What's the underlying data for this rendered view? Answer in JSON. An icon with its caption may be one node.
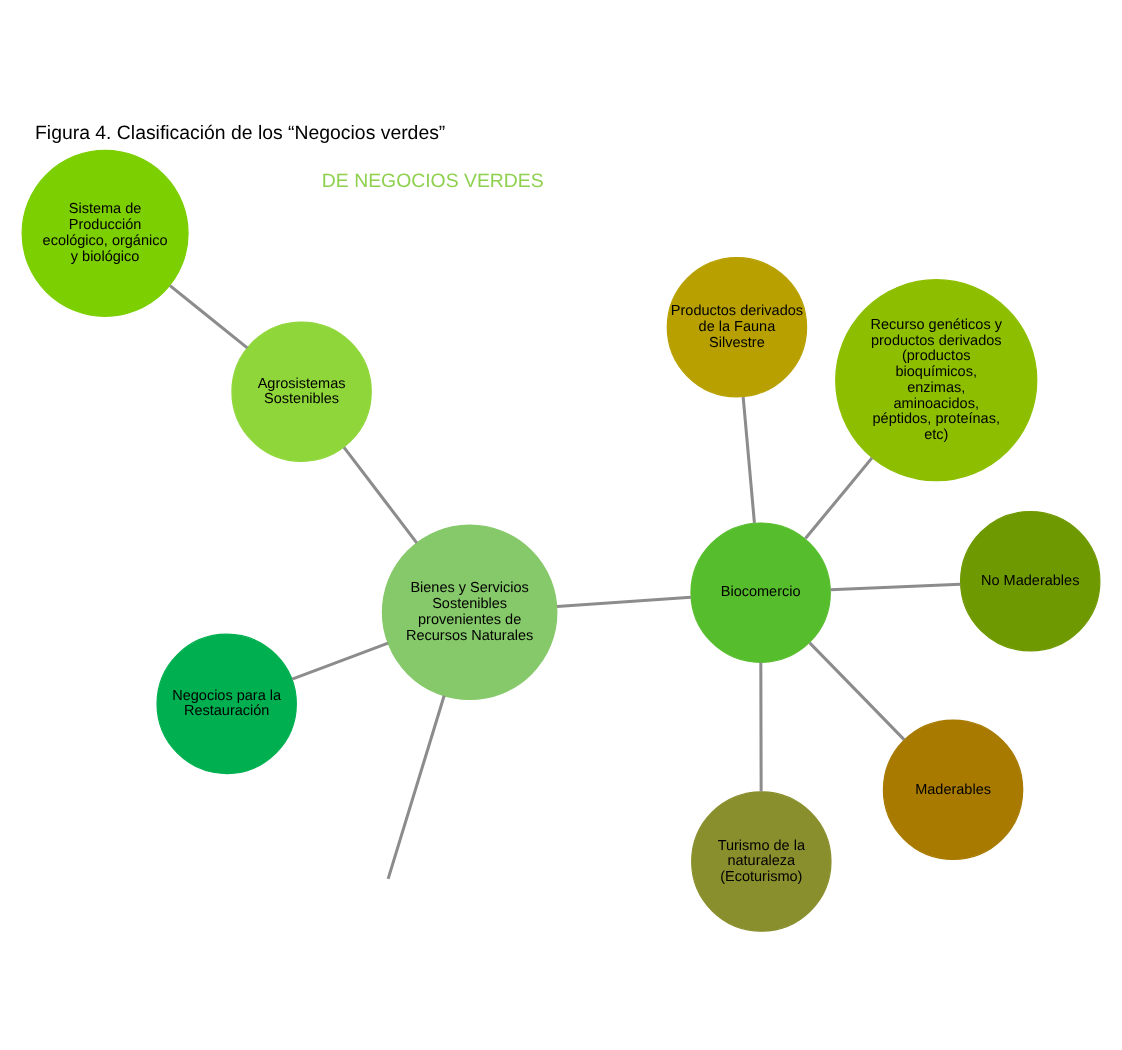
{
  "diagram": {
    "title": "Figura 4. Clasificación de los “Negocios verdes”",
    "nodes": [
      {
        "text": [
          "Sistema de Producción ecológico, orgánico y biológico"
        ]
      },
      {
        "text": [
          "Recurso genéticos y productos derivados (productos bioquímicos, enzimas, aminoacidos, péptidos, proteínas, etc)"
        ]
      },
      {
        "text": [
          "Turismo de la naturaleza (Ecoturismo)"
        ]
      },
      {
        "text": [
          "Agrosistemas Sostenibles"
        ]
      },
      {
        "text": [
          "Productos derivados de la Fauna Silvestre"
        ]
      },
      {
        "text": [
          "Biocomercio"
        ]
      },
      {
        "text": [
          "Bienes y Servicios Sostenibles provenientes de Recursos Naturales"
        ]
      },
      {
        "text": [
          "No Maderables"
        ]
      },
      {
        "text": [
          "Negocios para la Restauración"
        ]
      },
      {
        "text": [
          "Maderables"
        ]
      }
    ],
    "edges": [
      {
        "from": 5,
        "to": 1,
        "arrow": "none"
      },
      {
        "from": 5,
        "to": 2,
        "arrow": "none"
      },
      {
        "from": 5,
        "to": 4,
        "arrow": "none"
      },
      {
        "from": 5,
        "to": 7,
        "arrow": "none"
      },
      {
        "from": 5,
        "to": 9,
        "arrow": "none"
      },
      {
        "from": 0,
        "to": 3,
        "arrow": "none"
      },
      {
        "from": 3,
        "to": 6,
        "arrow": "none"
      },
      {
        "from": 5,
        "to": 6,
        "arrow": "none"
      },
      {
        "from": 8,
        "to": 6,
        "arrow": "none"
      },
      {
        "from": 6,
        "to": null,
        "arrow": "none"
      }
    ],
    "labels": [
      "DE NEGOCIOS VERDES"
    ]
  }
}
